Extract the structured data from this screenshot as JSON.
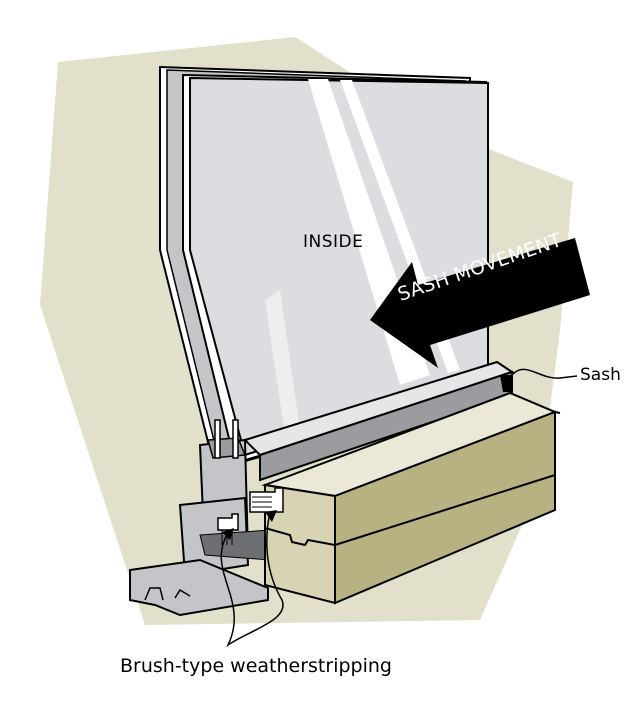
{
  "diagram": {
    "title": "Sliding window sash with brush-type weatherstripping",
    "labels": {
      "inside": "INSIDE",
      "sash_movement": "SASH MOVEMENT",
      "sash": "Sash",
      "weatherstripping": "Brush-type weatherstripping"
    },
    "colors": {
      "background_wall": "#e2dfca",
      "glass": "#dcdde0",
      "glass_highlight": "#ffffff",
      "frame_gray": "#c4c5c8",
      "frame_dark": "#9b9ca0",
      "wood_top": "#ebe8d8",
      "wood_front": "#b8b283",
      "wood_side": "#d8d3b2",
      "arrow": "#000000",
      "outline": "#000000"
    }
  }
}
